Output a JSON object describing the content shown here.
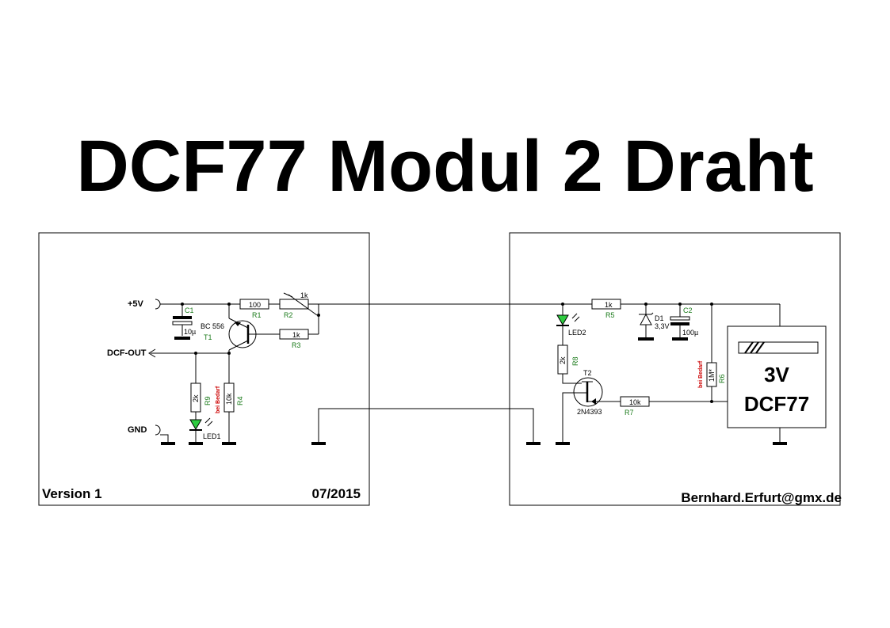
{
  "title": "DCF77 Modul 2 Draht",
  "left_panel": {
    "supply_label": "+5V",
    "output_label": "DCF-OUT",
    "ground_label": "GND",
    "version": "Version 1",
    "date": "07/2015",
    "components": {
      "c1_ref": "C1",
      "c1_value": "10µ",
      "t1_part": "BC 556",
      "t1_ref": "T1",
      "r1_value": "100",
      "r1_ref": "R1",
      "r2_value": "1k",
      "r2_ref": "R2",
      "r3_value": "1k",
      "r3_ref": "R3",
      "r9_value": "2k",
      "r9_ref": "R9",
      "r9_note": "bei Bedarf",
      "r4_value": "10k",
      "r4_ref": "R4",
      "led1_ref": "LED1"
    }
  },
  "right_panel": {
    "author": "Bernhard.Erfurt@gmx.de",
    "module_voltage": "3V",
    "module_name": "DCF77",
    "components": {
      "r5_value": "1k",
      "r5_ref": "R5",
      "d1_ref": "D1",
      "d1_value": "3,3V",
      "c2_ref": "C2",
      "c2_value": "100µ",
      "led2_ref": "LED2",
      "r8_value": "2k",
      "r8_ref": "R8",
      "t2_ref": "T2",
      "t2_part": "2N4393",
      "r7_value": "10k",
      "r7_ref": "R7",
      "r6_value": "1M*",
      "r6_ref": "R6",
      "r6_note": "bei Bedarf"
    }
  },
  "colors": {
    "wire": "#000000",
    "led": "#2ecc40",
    "ref_text": "#1a7a1a",
    "note_text": "#cc0000"
  }
}
